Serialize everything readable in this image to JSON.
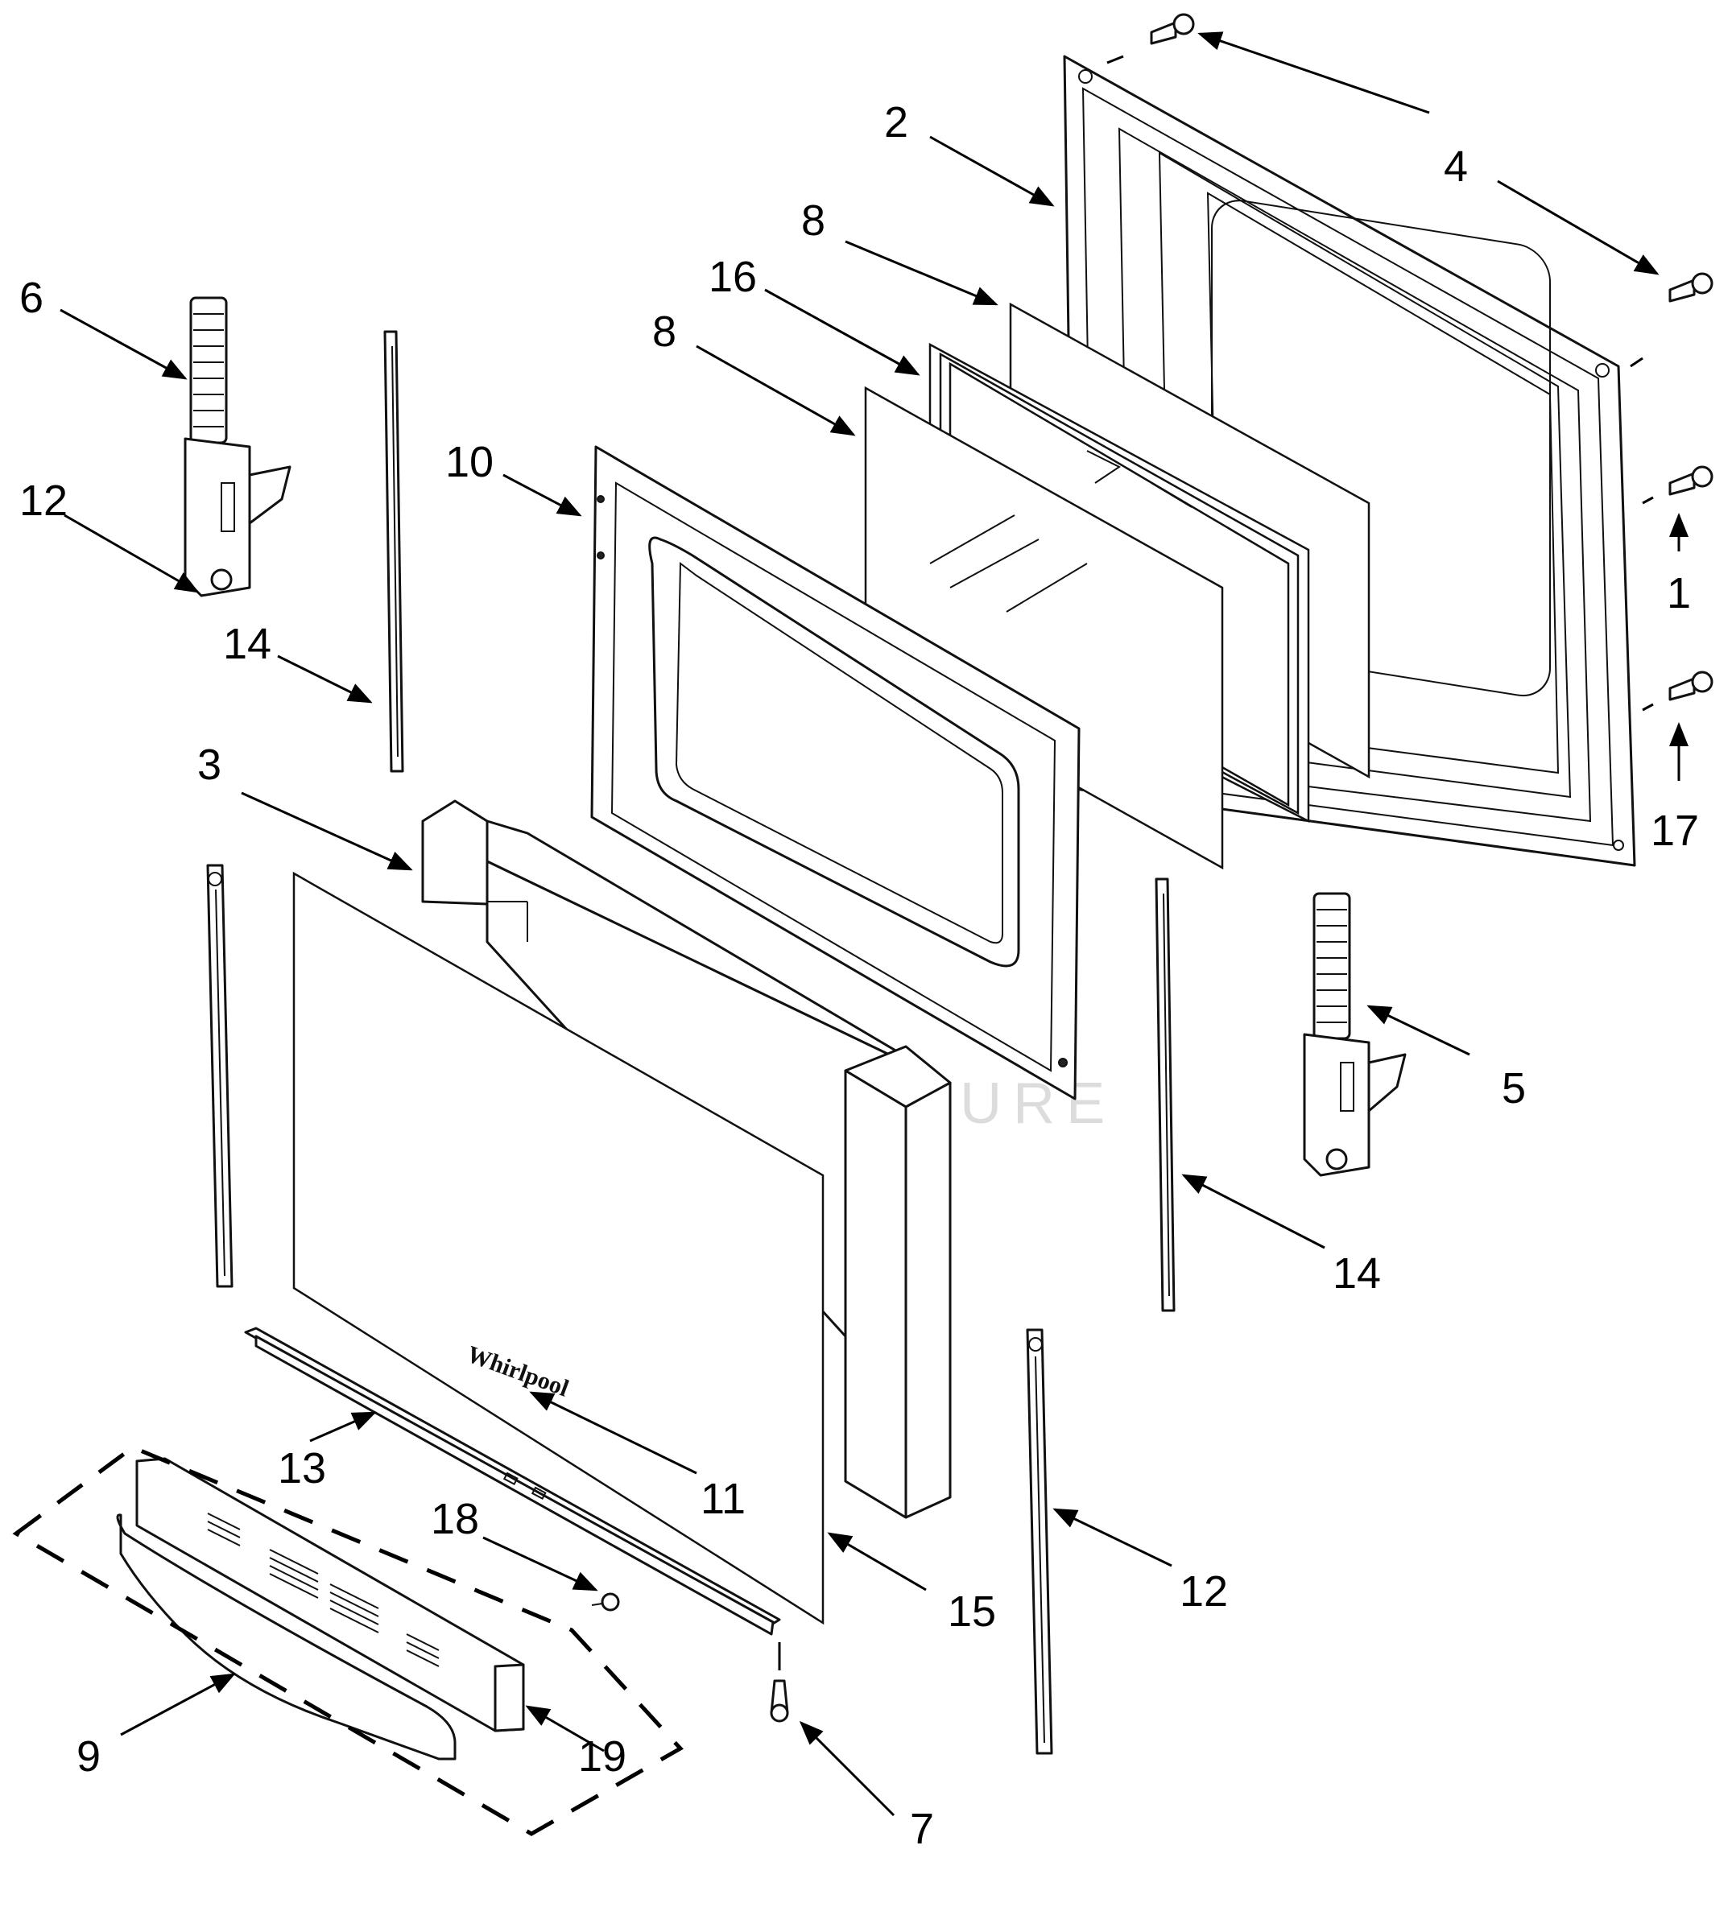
{
  "diagram": {
    "watermark": "LEADVENTURE",
    "door_logo": "Whirlpool",
    "callouts": [
      {
        "id": "c2",
        "label": "2"
      },
      {
        "id": "c4",
        "label": "4"
      },
      {
        "id": "c8a",
        "label": "8"
      },
      {
        "id": "c16",
        "label": "16"
      },
      {
        "id": "c8b",
        "label": "8"
      },
      {
        "id": "c6",
        "label": "6"
      },
      {
        "id": "c10",
        "label": "10"
      },
      {
        "id": "c14a",
        "label": "14"
      },
      {
        "id": "c1",
        "label": "1"
      },
      {
        "id": "c17",
        "label": "17"
      },
      {
        "id": "c3",
        "label": "3"
      },
      {
        "id": "c12a",
        "label": "12"
      },
      {
        "id": "c5",
        "label": "5"
      },
      {
        "id": "c14b",
        "label": "14"
      },
      {
        "id": "c13",
        "label": "13"
      },
      {
        "id": "c11",
        "label": "11"
      },
      {
        "id": "c18",
        "label": "18"
      },
      {
        "id": "c15",
        "label": "15"
      },
      {
        "id": "c12b",
        "label": "12"
      },
      {
        "id": "c9",
        "label": "9"
      },
      {
        "id": "c19",
        "label": "19"
      },
      {
        "id": "c7",
        "label": "7"
      }
    ]
  }
}
